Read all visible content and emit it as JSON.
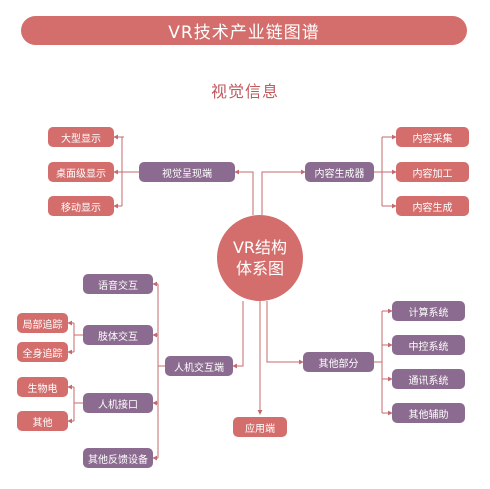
{
  "title": "VR技术产业链图谱",
  "subtitle": "视觉信息",
  "center": {
    "line1": "VR结构",
    "line2": "体系图"
  },
  "visual_display": {
    "label": "视觉呈现端",
    "children": [
      "大型显示",
      "桌面级显示",
      "移动显示"
    ]
  },
  "content_generator": {
    "label": "内容生成器",
    "children": [
      "内容采集",
      "内容加工",
      "内容生成"
    ]
  },
  "hci_end": {
    "label": "人机交互端",
    "voice": "语音交互",
    "body": {
      "label": "肢体交互",
      "children": [
        "局部追踪",
        "全身追踪"
      ]
    },
    "bci": {
      "label": "人机接口",
      "children": [
        "生物电",
        "其他"
      ]
    },
    "feedback": "其他反馈设备"
  },
  "application": "应用端",
  "other_parts": {
    "label": "其他部分",
    "children": [
      "计算系统",
      "中控系统",
      "通讯系统",
      "其他辅助"
    ]
  },
  "colors": {
    "node_red": "#d36e6c",
    "node_purple": "#8b6b8f",
    "line": "#c46a6e",
    "subtitle": "#c05a5f"
  }
}
